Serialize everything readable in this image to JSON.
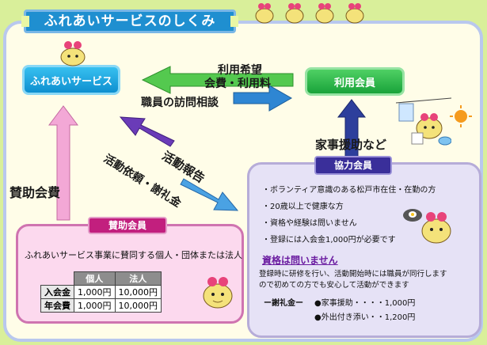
{
  "title": "ふれあいサービスのしくみ",
  "nodes": {
    "service": "ふれあいサービス",
    "member": "利用会員"
  },
  "flows": {
    "request": "利用希望",
    "fees": "会費・利用料",
    "visit": "職員の訪問相談",
    "support_fee": "賛助会費",
    "housework": "家事援助など",
    "activity_request": "活動依頼・謝礼金",
    "activity_report": "活動報告"
  },
  "support_member": {
    "heading": "賛助会員",
    "description": "ふれあいサービス事業に賛同する個人・団体または法人",
    "table": {
      "columns": [
        "個人",
        "法人"
      ],
      "rows": [
        {
          "label": "入会金",
          "values": [
            "1,000円",
            "10,000円"
          ]
        },
        {
          "label": "年会費",
          "values": [
            "1,000円",
            "10,000円"
          ]
        }
      ]
    }
  },
  "coop_member": {
    "heading": "協力会員",
    "items": [
      "ボランティア意識のある松戸市在住・在勤の方",
      "20歳以上で健康な方",
      "資格や経験は問いません",
      "登録には入会金1,000円が必要です"
    ],
    "qualification": "資格は問いません",
    "note_lines": [
      "登録時に研修を行い、活動開始時には職員が同行します",
      "ので初めての方でも安心して活動ができます"
    ],
    "fee_heading": "ー謝礼金ー",
    "fees": [
      "●家事援助・・・・1,000円",
      "●外出付き添い・・1,200円"
    ]
  },
  "colors": {
    "service_blue": "#0e8fcf",
    "member_green": "#19a33a",
    "arrow_green": "#54c94f",
    "arrow_blue": "#2e86d3",
    "arrow_pink": "#f3a8d6",
    "arrow_purple": "#6a3bb8",
    "support_pink": "#c21f7e",
    "coop_navy": "#3a2f9a"
  },
  "icons": [
    "mascot-icon",
    "sun-icon",
    "laundry-icon",
    "frying-pan-icon"
  ]
}
